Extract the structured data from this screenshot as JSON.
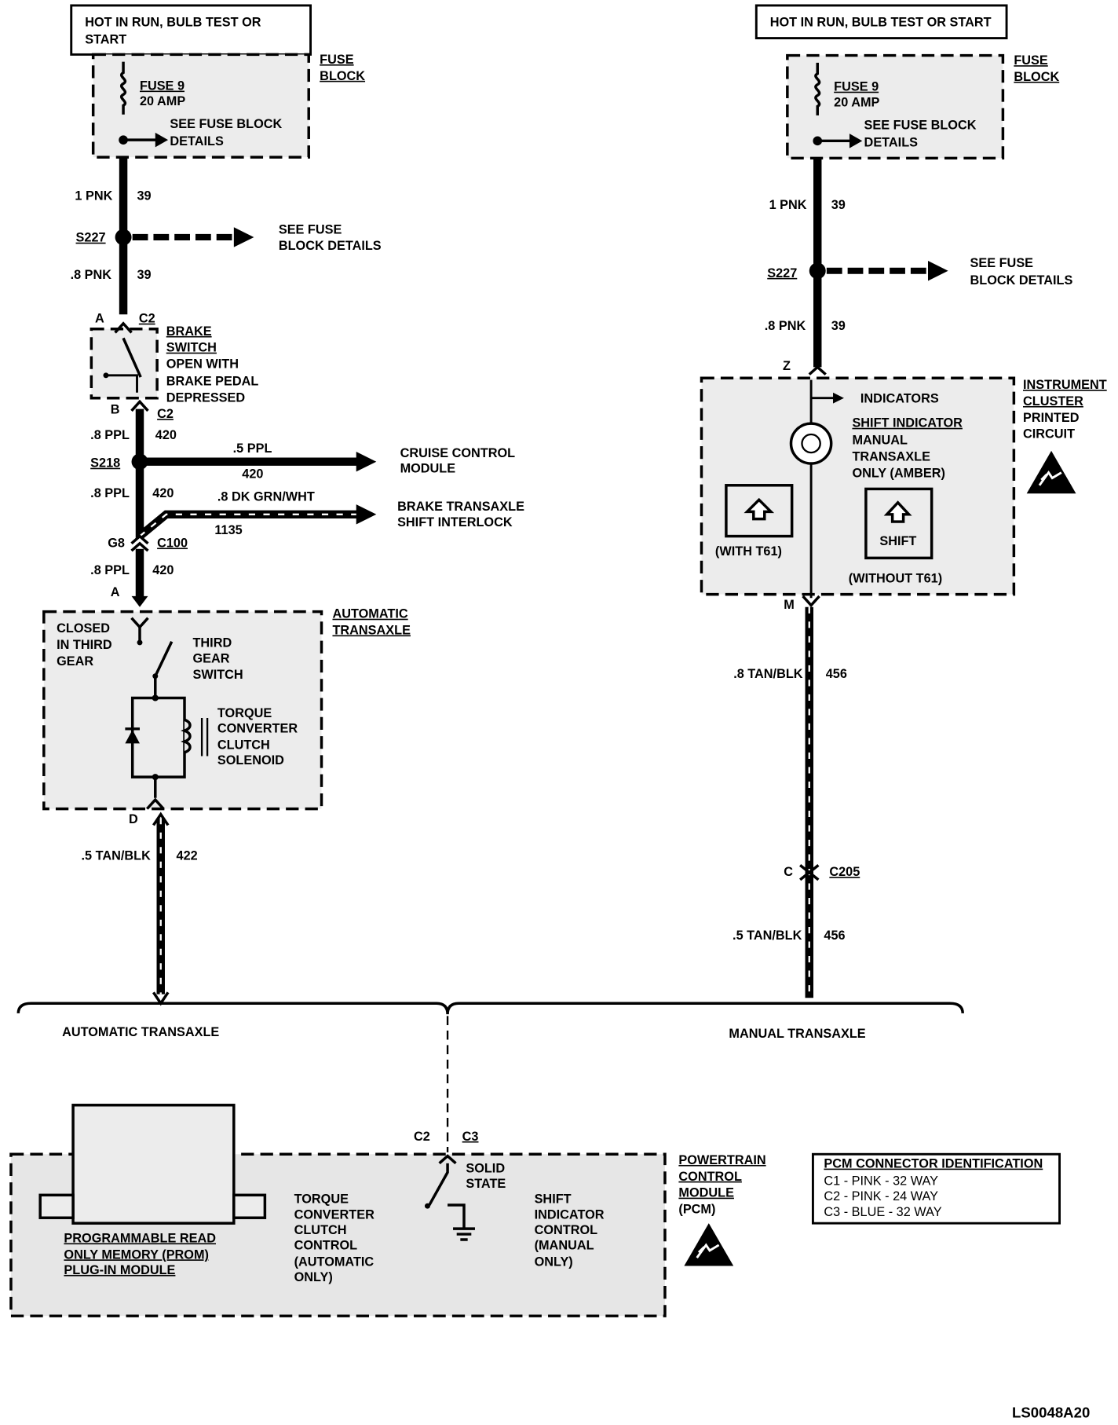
{
  "left": {
    "power_source": "HOT IN RUN, BULB TEST OR START",
    "fuse_block": "FUSE BLOCK",
    "fuse_name": "FUSE 9",
    "fuse_rating": "20 AMP",
    "fuse_see": "SEE FUSE BLOCK DETAILS",
    "w1_gauge": "1 PNK",
    "w1_circuit": "39",
    "splice_s227": "S227",
    "splice_s227_see": "SEE FUSE BLOCK DETAILS",
    "w2_gauge": ".8 PNK",
    "w2_circuit": "39",
    "brake_pin_a": "A",
    "brake_conn_top": "C2",
    "brake_switch": "BRAKE SWITCH",
    "brake_desc": "OPEN WITH BRAKE PEDAL DEPRESSED",
    "brake_pin_b": "B",
    "brake_conn_bottom": "C2",
    "w3_gauge": ".8 PPL",
    "w3_circuit": "420",
    "splice_s218": "S218",
    "cruise_gauge": ".5 PPL",
    "cruise_circuit": "420",
    "cruise_dest": "CRUISE CONTROL MODULE",
    "w4_gauge": ".8 PPL",
    "w4_circuit": "420",
    "interlock_gauge": ".8 DK GRN/WHT",
    "interlock_circuit": "1135",
    "interlock_dest": "BRAKE TRANSAXLE SHIFT INTERLOCK",
    "c100_pin": "G8",
    "c100": "C100",
    "w5_gauge": ".8 PPL",
    "w5_circuit": "420",
    "trans_pin_a": "A",
    "auto_transaxle": "AUTOMATIC TRANSAXLE",
    "closed_label": "CLOSED IN THIRD GEAR",
    "third_gear_switch": "THIRD GEAR SWITCH",
    "tcc_solenoid": "TORQUE CONVERTER CLUTCH SOLENOID",
    "trans_pin_d": "D",
    "w6_gauge": ".5 TAN/BLK",
    "w6_circuit": "422"
  },
  "right": {
    "power_source": "HOT IN RUN, BULB TEST OR START",
    "fuse_block": "FUSE BLOCK",
    "fuse_name": "FUSE 9",
    "fuse_rating": "20 AMP",
    "fuse_see": "SEE FUSE BLOCK DETAILS",
    "w1_gauge": "1 PNK",
    "w1_circuit": "39",
    "splice_s227": "S227",
    "splice_s227_see": "SEE FUSE BLOCK DETAILS",
    "w2_gauge": ".8 PNK",
    "w2_circuit": "39",
    "cluster_pin_z": "Z",
    "instrument_cluster": "INSTRUMENT CLUSTER",
    "printed_circuit": "PRINTED CIRCUIT",
    "indicators": "INDICATORS",
    "shift_indicator": "SHIFT INDICATOR",
    "shift_indicator_desc": "MANUAL TRANSAXLE ONLY (AMBER)",
    "with_t61": "(WITH T61)",
    "shift": "SHIFT",
    "without_t61": "(WITHOUT T61)",
    "cluster_pin_m": "M",
    "w3_gauge": ".8 TAN/BLK",
    "w3_circuit": "456",
    "c205_pin": "C",
    "c205": "C205",
    "w4_gauge": ".5 TAN/BLK",
    "w4_circuit": "456"
  },
  "bottom": {
    "automatic_transaxle": "AUTOMATIC TRANSAXLE",
    "manual_transaxle": "MANUAL TRANSAXLE",
    "pcm_pin": "C2",
    "pcm_conn": "C3",
    "solid_state": "SOLID STATE",
    "prom": "PROGRAMMABLE READ ONLY MEMORY (PROM) PLUG-IN MODULE",
    "tcc_control": "TORQUE CONVERTER CLUTCH CONTROL (AUTOMATIC ONLY)",
    "shift_control": "SHIFT INDICATOR CONTROL (MANUAL ONLY)",
    "pcm_title": "POWERTRAIN CONTROL MODULE",
    "pcm_abbrev": "(PCM)",
    "conn_id_title": "PCM CONNECTOR IDENTIFICATION",
    "conn_id_rows": [
      "C1 - PINK - 32 WAY",
      "C2 - PINK - 24 WAY",
      "C3 - BLUE - 32 WAY"
    ]
  },
  "figure_id": "LS0048A20"
}
